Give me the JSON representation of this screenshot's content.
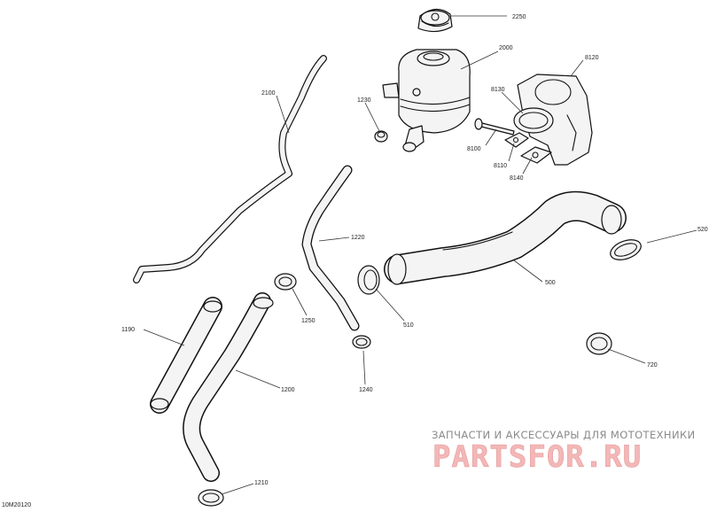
{
  "diagram": {
    "reference_id": "10M20120",
    "callouts": [
      "2250",
      "2000",
      "8120",
      "2100",
      "1230",
      "8130",
      "8100",
      "8110",
      "8140",
      "1220",
      "520",
      "500",
      "510",
      "1250",
      "1190",
      "1200",
      "1240",
      "720",
      "1210"
    ]
  },
  "watermark": {
    "tagline": "ЗАПЧАСТИ И АКСЕССУАРЫ ДЛЯ МОТОТЕХНИКИ",
    "brand": "PARTSFOR.RU",
    "brand_color": "#f3b7b7"
  }
}
